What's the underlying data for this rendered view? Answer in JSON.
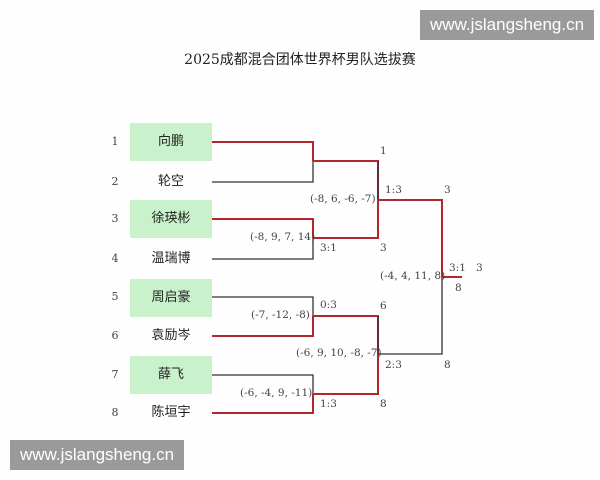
{
  "title": "2025成都混合团体世界杯男队选拔赛",
  "watermark": "www.jslangsheng.cn",
  "colors": {
    "winner_line": "#b3262b",
    "loser_line": "#333333",
    "seed_highlight": "#c9f2cc"
  },
  "players": [
    {
      "seed": "1",
      "name": "向鹏"
    },
    {
      "seed": "2",
      "name": "轮空"
    },
    {
      "seed": "3",
      "name": "徐瑛彬"
    },
    {
      "seed": "4",
      "name": "温瑞博"
    },
    {
      "seed": "5",
      "name": "周启豪"
    },
    {
      "seed": "6",
      "name": "袁励岑"
    },
    {
      "seed": "7",
      "name": "薛飞"
    },
    {
      "seed": "8",
      "name": "陈垣宇"
    }
  ],
  "round1": [
    {
      "games": "(-8, 9, 7, 14)",
      "score": "3:1"
    },
    {
      "games": "(-7, -12, -8)",
      "score": "0:3"
    },
    {
      "games": "(-6, -4, 9, -11)",
      "score": "1:3"
    }
  ],
  "semis": [
    {
      "top": "1",
      "bottom": "3",
      "score": "1:3",
      "games": "(-8, 6, -6, -7)"
    },
    {
      "top": "6",
      "bottom": "8",
      "score": "2:3",
      "games": "(-6, 9, 10, -8, -7)"
    }
  ],
  "final": {
    "top": "3",
    "bottom": "8",
    "score": "3:1",
    "games": "(-4, 4, 11, 8)",
    "winner": "3",
    "loser": "8"
  }
}
